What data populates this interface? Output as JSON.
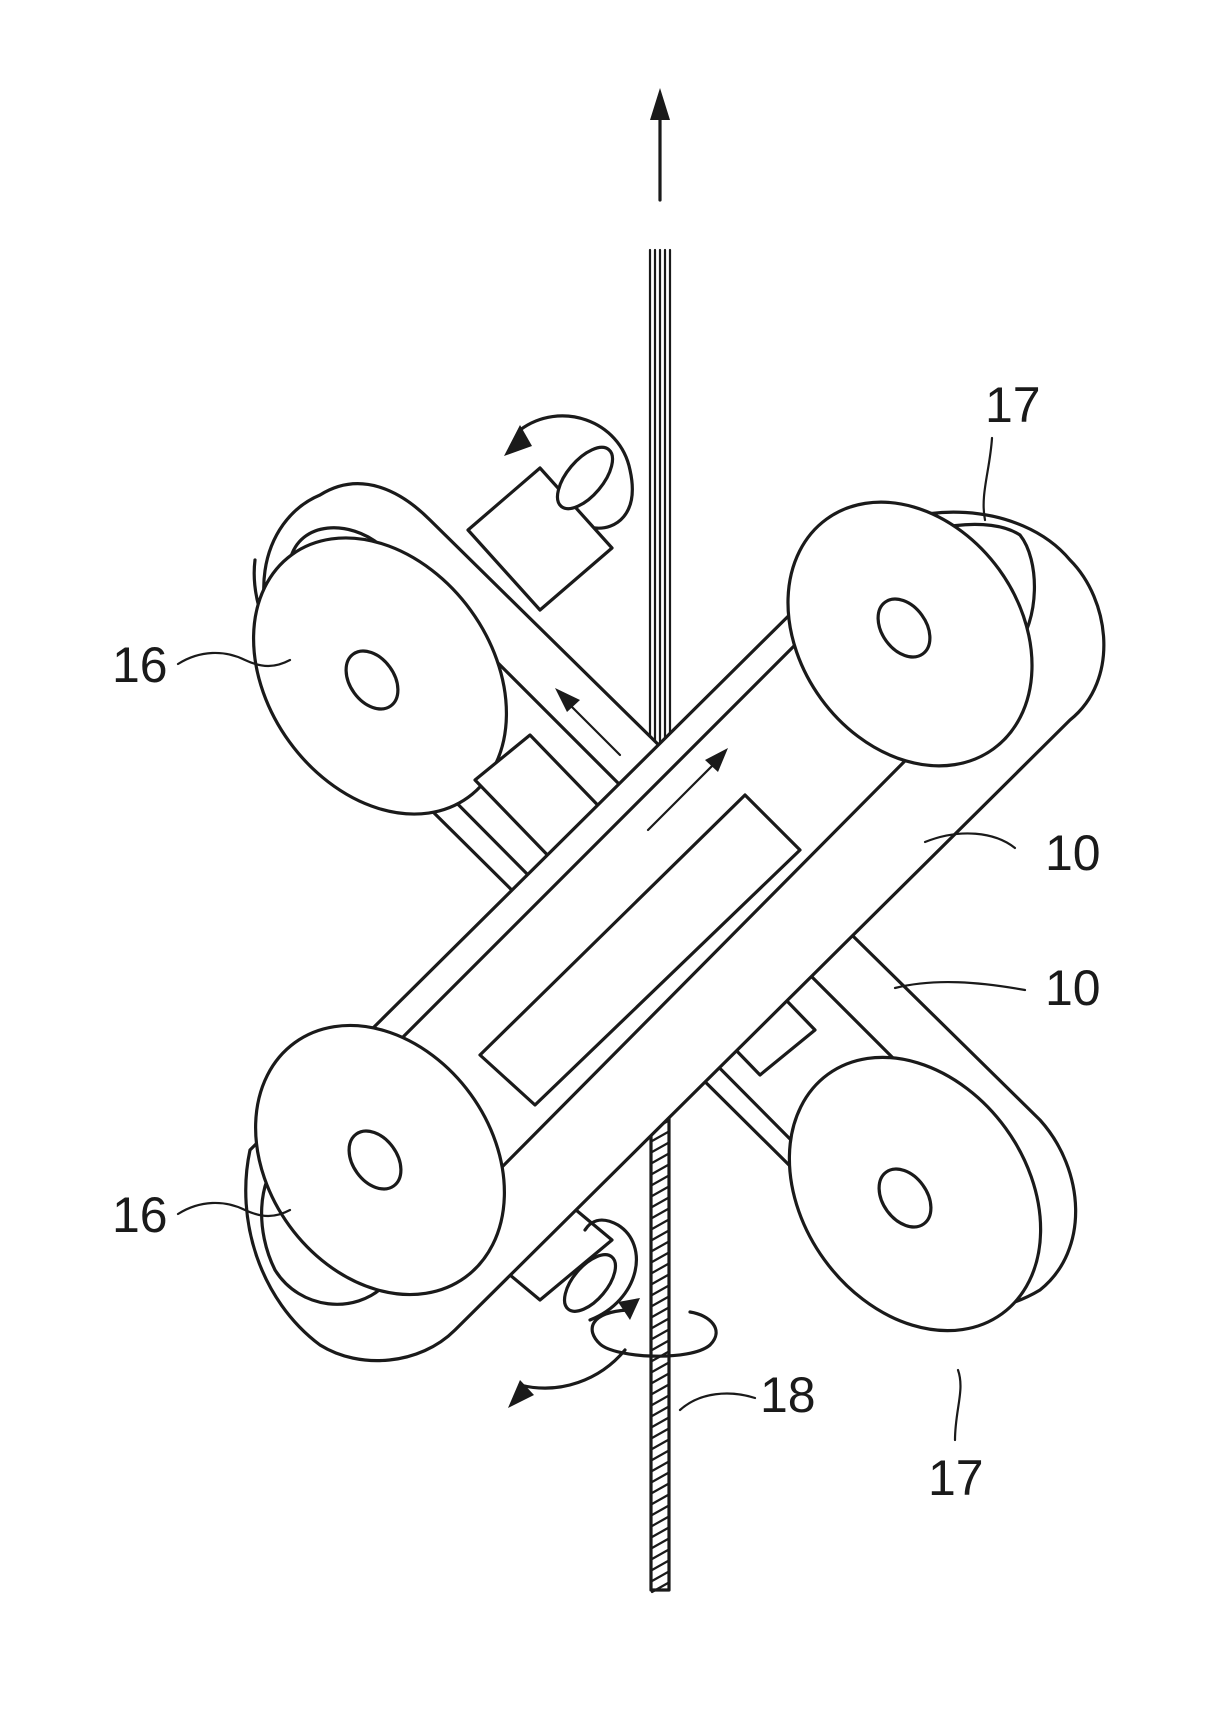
{
  "labels": {
    "pulley_left_upper": "16",
    "pulley_left_lower": "16",
    "pulley_right_upper": "17",
    "pulley_right_lower": "17",
    "belt_front": "10",
    "belt_back": "10",
    "yarn": "18"
  }
}
